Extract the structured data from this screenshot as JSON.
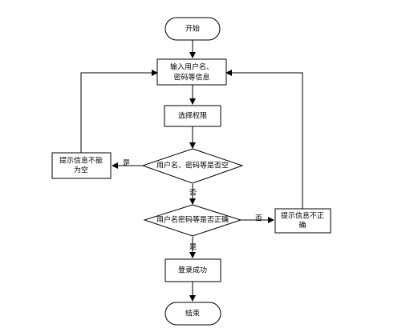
{
  "nodes": {
    "start": "开始",
    "input_line1": "输入用户名、",
    "input_line2": "密码等信息",
    "select_permission": "选择权限",
    "check_empty": "用户名、密码等是否空",
    "empty_warn_line1": "提示信息不能",
    "empty_warn_line2": "为空",
    "check_correct": "用户名密码等是否正确",
    "incorrect_warn_line1": "提示信息不正",
    "incorrect_warn_line2": "确",
    "login_success": "登录成功",
    "end": "结束"
  },
  "edges": {
    "empty_yes": "是",
    "empty_no": "否",
    "correct_no": "否",
    "correct_yes": "是"
  }
}
